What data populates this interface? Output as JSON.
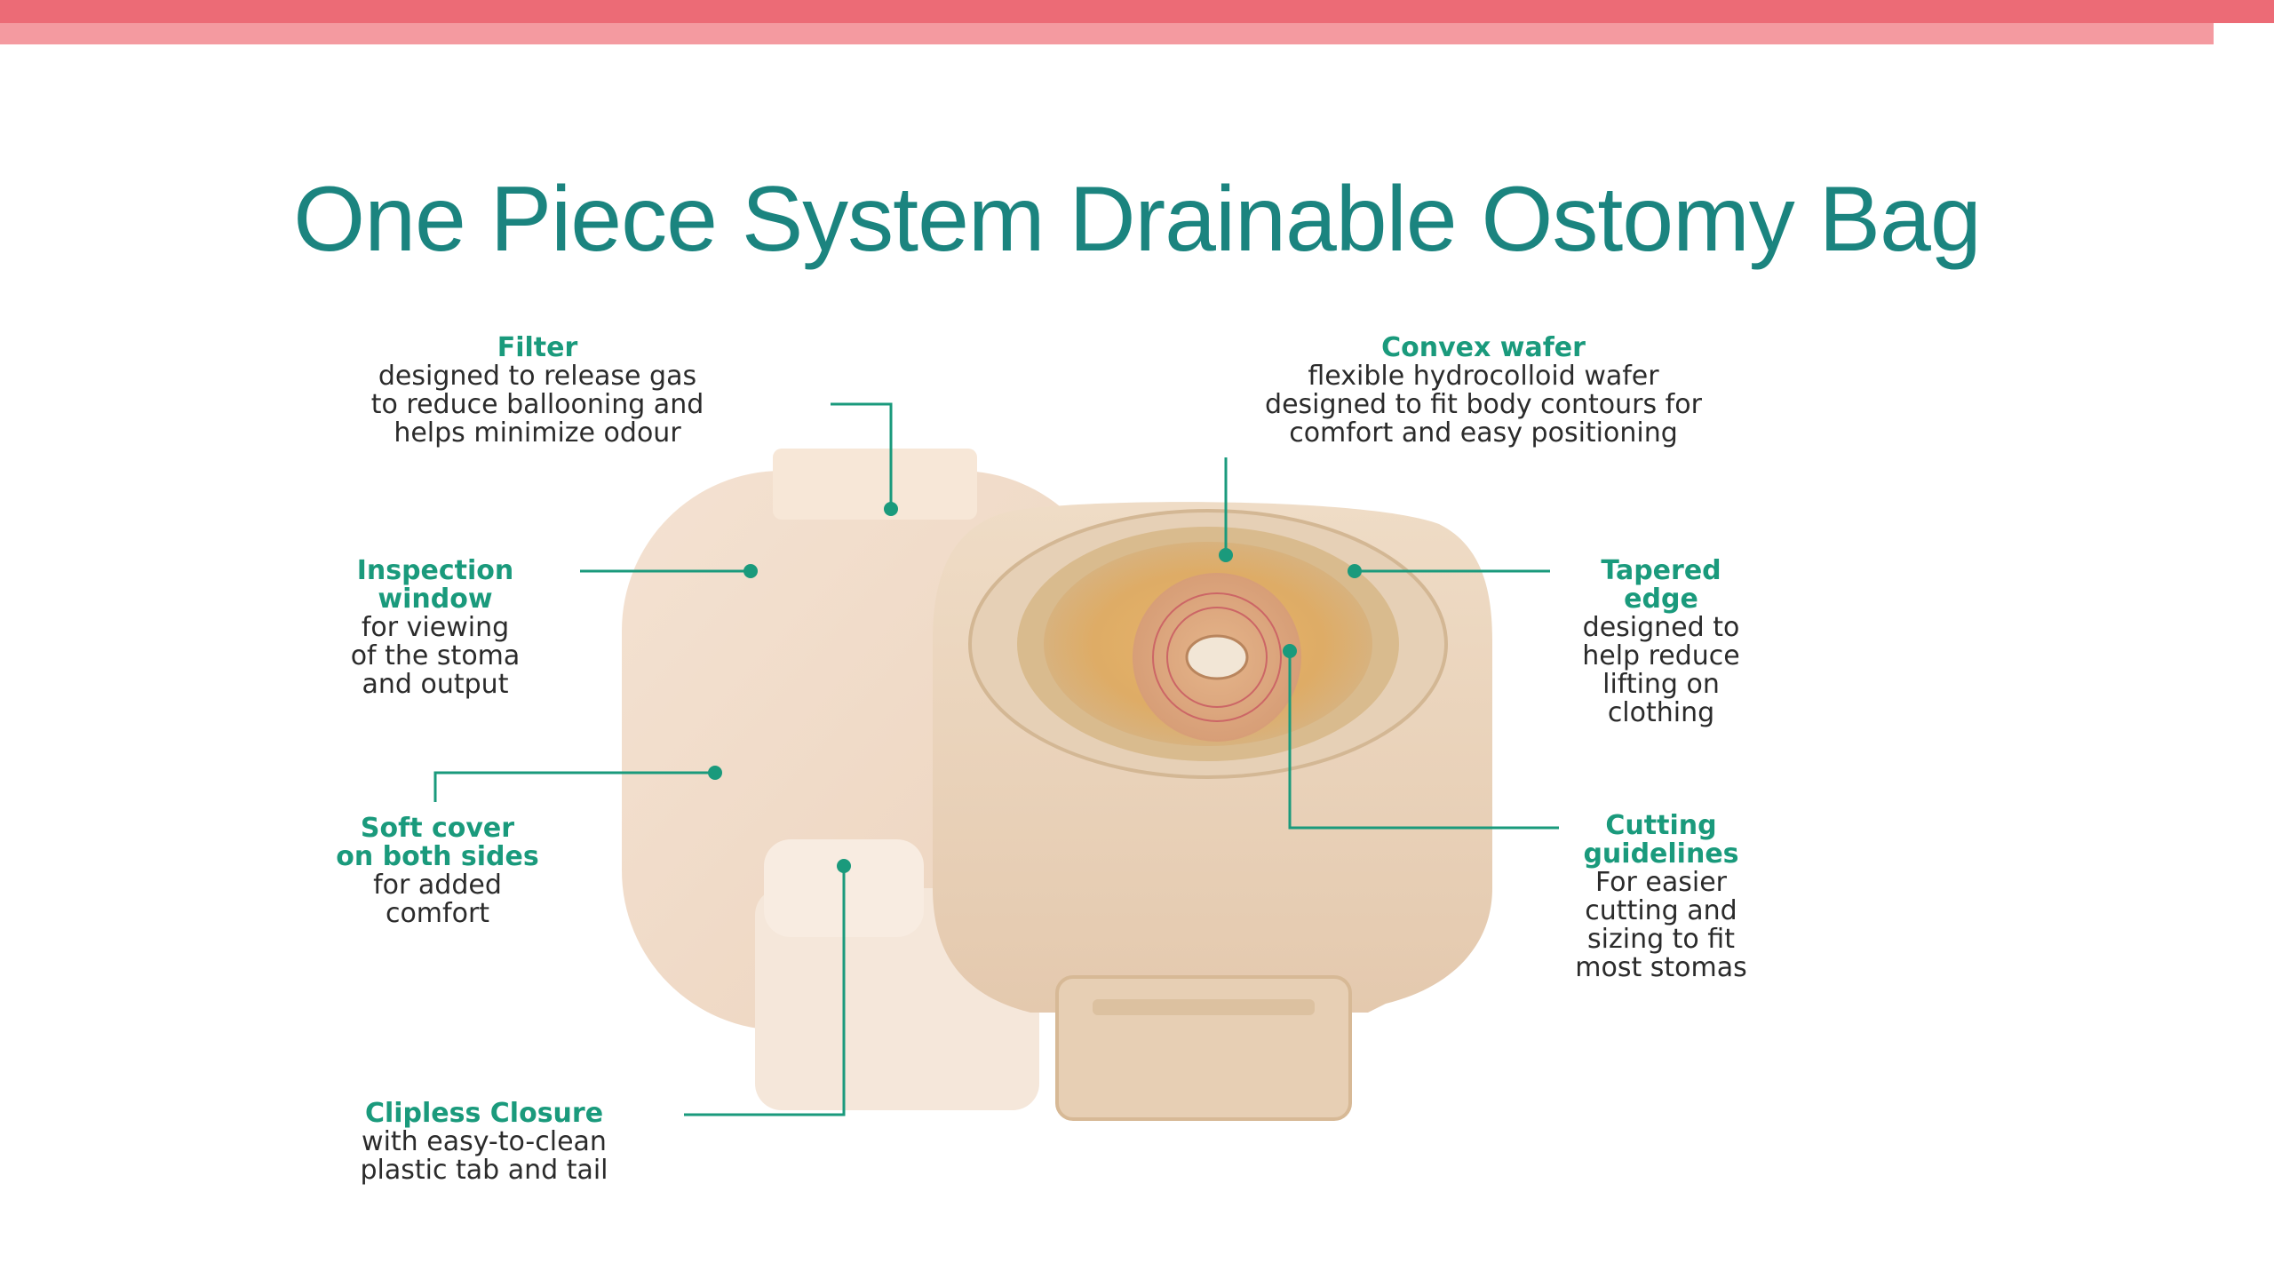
{
  "slide": {
    "title": "One Piece System Drainable Ostomy Bag",
    "accent_colors": {
      "bar_dark": "#ec6b76",
      "bar_light": "#f49aa0",
      "title": "#1b847f",
      "callout_heading": "#1a9a7c",
      "leader_line": "#1a9a7c"
    }
  },
  "callouts": [
    {
      "id": "filter",
      "heading": "Filter",
      "body": [
        "designed to release gas",
        "to reduce ballooning and",
        "helps minimize odour"
      ]
    },
    {
      "id": "inspection",
      "heading": [
        "Inspection",
        "window"
      ],
      "body": [
        "for viewing",
        "of the stoma",
        "and output"
      ]
    },
    {
      "id": "soft-cover",
      "heading": [
        "Soft cover",
        "on both sides"
      ],
      "body": [
        "for added",
        "comfort"
      ]
    },
    {
      "id": "clipless",
      "heading": "Clipless Closure",
      "body": [
        "with easy-to-clean",
        "plastic tab and tail"
      ]
    },
    {
      "id": "convex",
      "heading": "Convex wafer",
      "body": [
        "flexible hydrocolloid wafer",
        "designed to fit body contours for",
        "comfort and easy positioning"
      ]
    },
    {
      "id": "tapered",
      "heading": [
        "Tapered",
        "edge"
      ],
      "body": [
        "designed to",
        "help reduce",
        "lifting on",
        "clothing"
      ]
    },
    {
      "id": "cutting",
      "heading": [
        "Cutting",
        "guidelines"
      ],
      "body": [
        "For easier",
        "cutting and",
        "sizing to fit",
        "most stomas"
      ]
    }
  ]
}
